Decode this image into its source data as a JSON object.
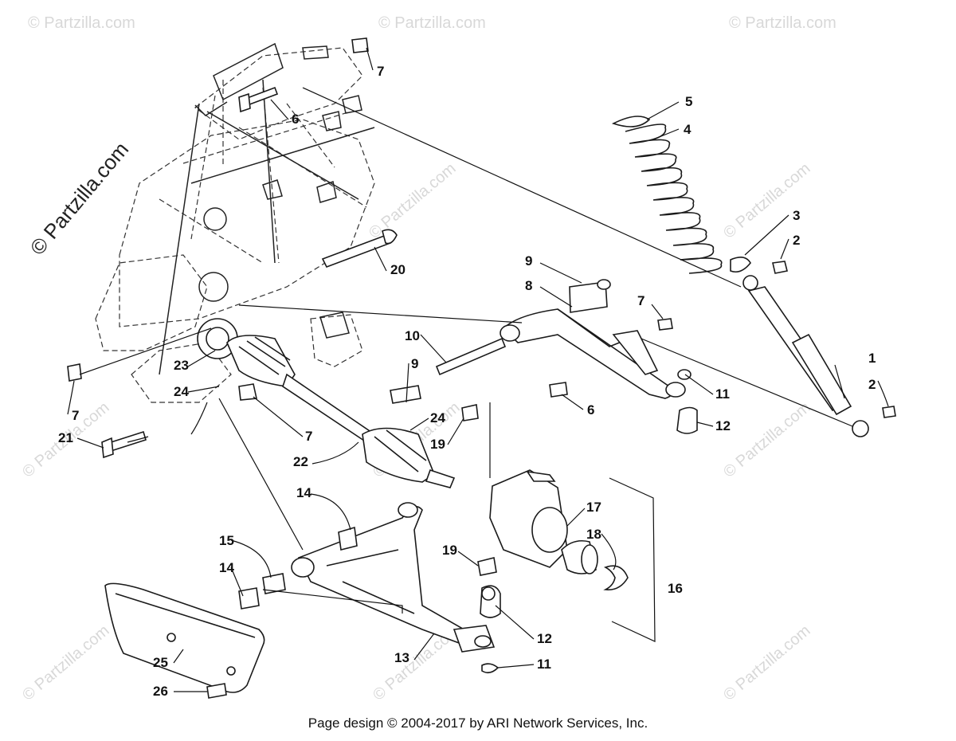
{
  "watermark": {
    "text": "© Partzilla.com"
  },
  "footer": {
    "text": "Page design © 2004-2017 by ARI Network Services, Inc."
  },
  "callouts": [
    {
      "label": "1"
    },
    {
      "label": "2"
    },
    {
      "label": "2"
    },
    {
      "label": "3"
    },
    {
      "label": "4"
    },
    {
      "label": "5"
    },
    {
      "label": "6"
    },
    {
      "label": "6"
    },
    {
      "label": "7"
    },
    {
      "label": "7"
    },
    {
      "label": "7"
    },
    {
      "label": "7"
    },
    {
      "label": "8"
    },
    {
      "label": "9"
    },
    {
      "label": "9"
    },
    {
      "label": "10"
    },
    {
      "label": "11"
    },
    {
      "label": "11"
    },
    {
      "label": "12"
    },
    {
      "label": "12"
    },
    {
      "label": "13"
    },
    {
      "label": "14"
    },
    {
      "label": "14"
    },
    {
      "label": "15"
    },
    {
      "label": "16"
    },
    {
      "label": "17"
    },
    {
      "label": "18"
    },
    {
      "label": "19"
    },
    {
      "label": "19"
    },
    {
      "label": "20"
    },
    {
      "label": "21"
    },
    {
      "label": "22"
    },
    {
      "label": "23"
    },
    {
      "label": "24"
    },
    {
      "label": "24"
    },
    {
      "label": "25"
    },
    {
      "label": "26"
    }
  ]
}
